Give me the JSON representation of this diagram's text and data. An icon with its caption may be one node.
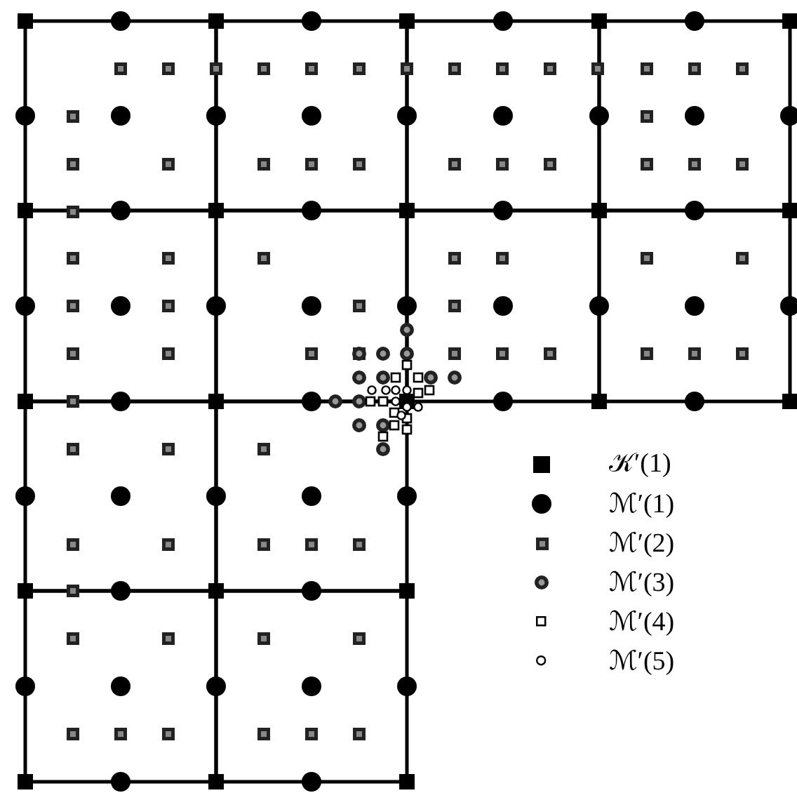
{
  "diagram": {
    "legend": [
      {
        "text": "𝒦′(1)"
      },
      {
        "text": "ℳ′(1)"
      },
      {
        "text": "ℳ′(2)"
      },
      {
        "text": "ℳ′(3)"
      },
      {
        "text": "ℳ′(4)"
      },
      {
        "text": "ℳ′(5)"
      }
    ]
  }
}
